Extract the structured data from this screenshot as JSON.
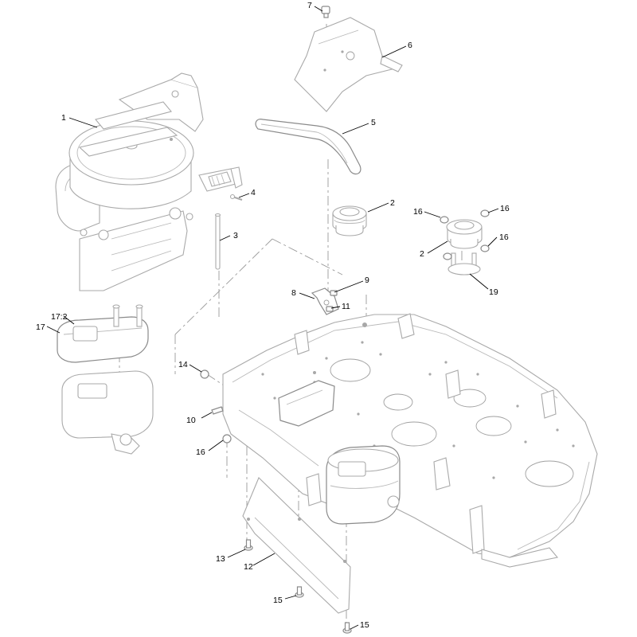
{
  "callouts": {
    "c1": "1",
    "c2a": "2",
    "c2b": "2",
    "c3": "3",
    "c4": "4",
    "c5": "5",
    "c6": "6",
    "c7": "7",
    "c8": "8",
    "c9": "9",
    "c10": "10",
    "c11": "11",
    "c12": "12",
    "c13": "13",
    "c14": "14",
    "c15a": "15",
    "c15b": "15",
    "c16a": "16",
    "c16b": "16",
    "c16c": "16",
    "c16d": "16",
    "c17": "17",
    "c17_2": "17:2",
    "c19": "19"
  }
}
